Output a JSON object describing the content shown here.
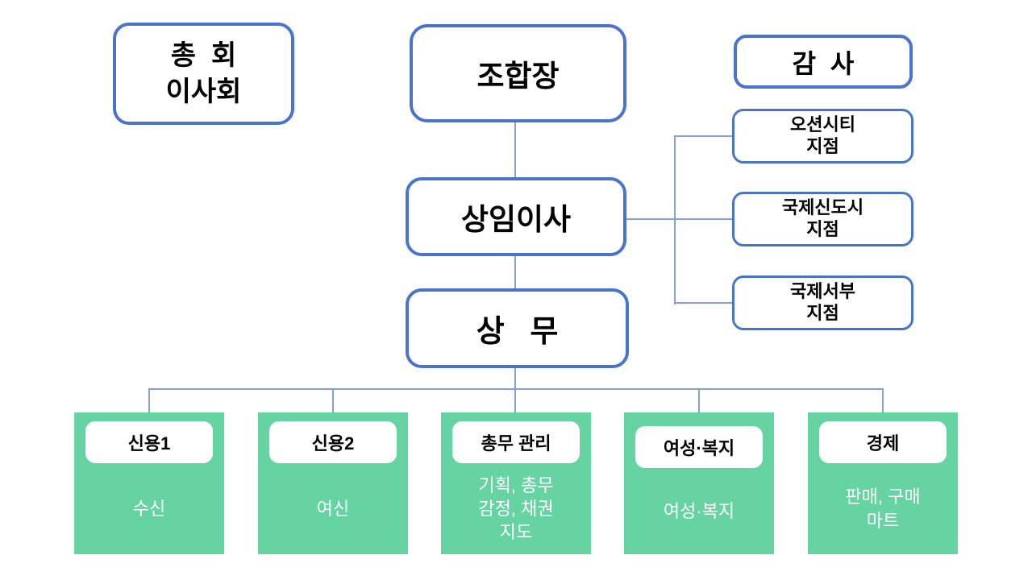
{
  "diagram": {
    "type": "org-chart",
    "colors": {
      "box_border": "#4a73cc",
      "connector": "#86a0d4",
      "department_fill": "#66d3a3",
      "label_background": "#ffffff",
      "title_text": "#000000",
      "body_text": "#ffffff"
    },
    "nodes": {
      "board": {
        "lines": [
          "총  회",
          "이사회"
        ]
      },
      "chairman": {
        "label": "조합장"
      },
      "auditor": {
        "label": "감  사"
      },
      "managing_director": {
        "label": "상임이사"
      },
      "executive_director": {
        "label": "상   무"
      },
      "branches": [
        {
          "lines": [
            "오션시티",
            "지점"
          ]
        },
        {
          "lines": [
            "국제신도시",
            "지점"
          ]
        },
        {
          "lines": [
            "국제서부",
            "지점"
          ]
        }
      ],
      "departments": [
        {
          "label": "신용1",
          "body": [
            "수신"
          ]
        },
        {
          "label": "신용2",
          "body": [
            "여신"
          ]
        },
        {
          "label": "총무 관리",
          "body": [
            "기획, 총무",
            "감정, 채권",
            "지도"
          ]
        },
        {
          "label": "여성·복지",
          "body": [
            "여성·복지"
          ]
        },
        {
          "label": "경제",
          "body": [
            "판매, 구매",
            "마트"
          ]
        }
      ]
    }
  }
}
